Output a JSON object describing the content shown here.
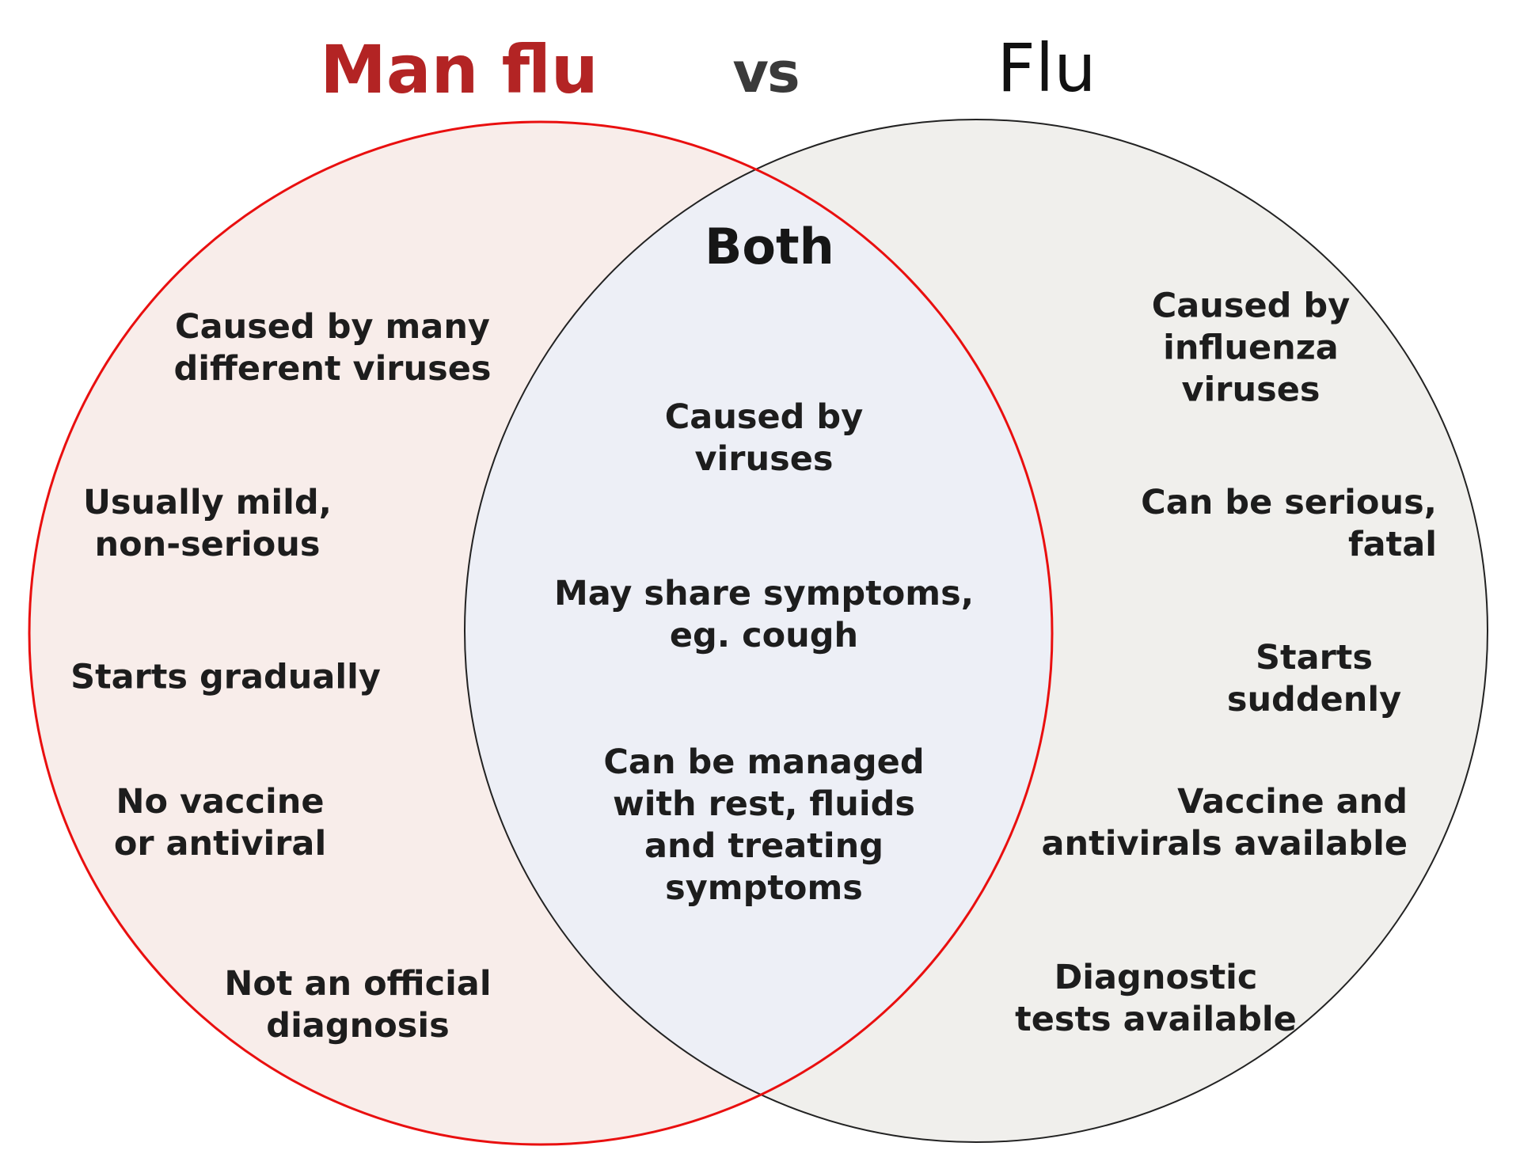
{
  "header": {
    "left_title": "Man flu",
    "vs_label": "vs",
    "right_title": "Flu",
    "left_title_color": "#b32424",
    "vs_color": "#3a3a3a",
    "right_title_color": "#111111"
  },
  "venn": {
    "left": {
      "name": "Man flu",
      "fill": "#f8edea",
      "stroke": "#e90f0f",
      "items": [
        {
          "text": "Caused by many\ndifferent viruses"
        },
        {
          "text": "Usually mild,\nnon-serious"
        },
        {
          "text": "Starts gradually"
        },
        {
          "text": "No vaccine\nor antiviral"
        },
        {
          "text": "Not an official\ndiagnosis"
        }
      ]
    },
    "overlap": {
      "heading": "Both",
      "fill": "#edeff6",
      "items": [
        {
          "text": "Caused by\nviruses"
        },
        {
          "text": "May share symptoms,\neg. cough"
        },
        {
          "text": "Can be managed\nwith rest, fluids\nand treating\nsymptoms"
        }
      ]
    },
    "right": {
      "name": "Flu",
      "fill": "#f0efec",
      "stroke": "#222222",
      "items": [
        {
          "text": "Caused by\ninfluenza viruses"
        },
        {
          "text": "Can be serious,\nfatal"
        },
        {
          "text": "Starts suddenly"
        },
        {
          "text": "Vaccine and\nantivirals available"
        },
        {
          "text": "Diagnostic\ntests available"
        }
      ]
    }
  }
}
